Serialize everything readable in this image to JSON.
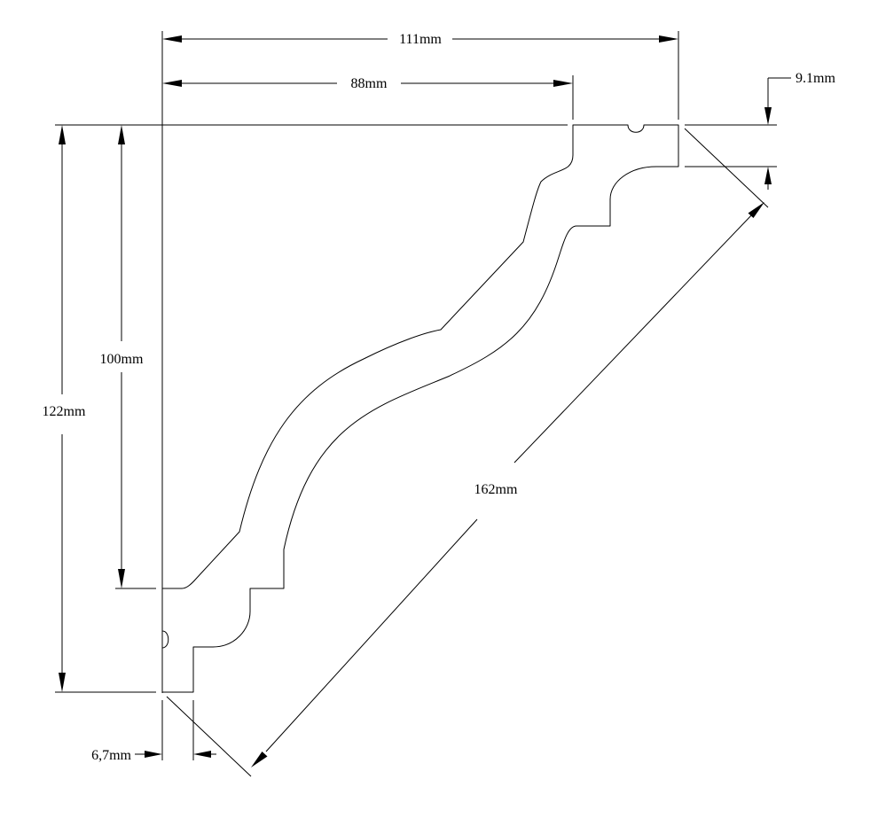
{
  "drawing": {
    "dimensions": {
      "total_width": "111mm",
      "profile_width": "88mm",
      "top_thickness": "9.1mm",
      "profile_height": "100mm",
      "total_height": "122mm",
      "diagonal": "162mm",
      "bottom_thickness": "6,7mm"
    },
    "colors": {
      "line": "#000000",
      "background": "#ffffff"
    }
  }
}
